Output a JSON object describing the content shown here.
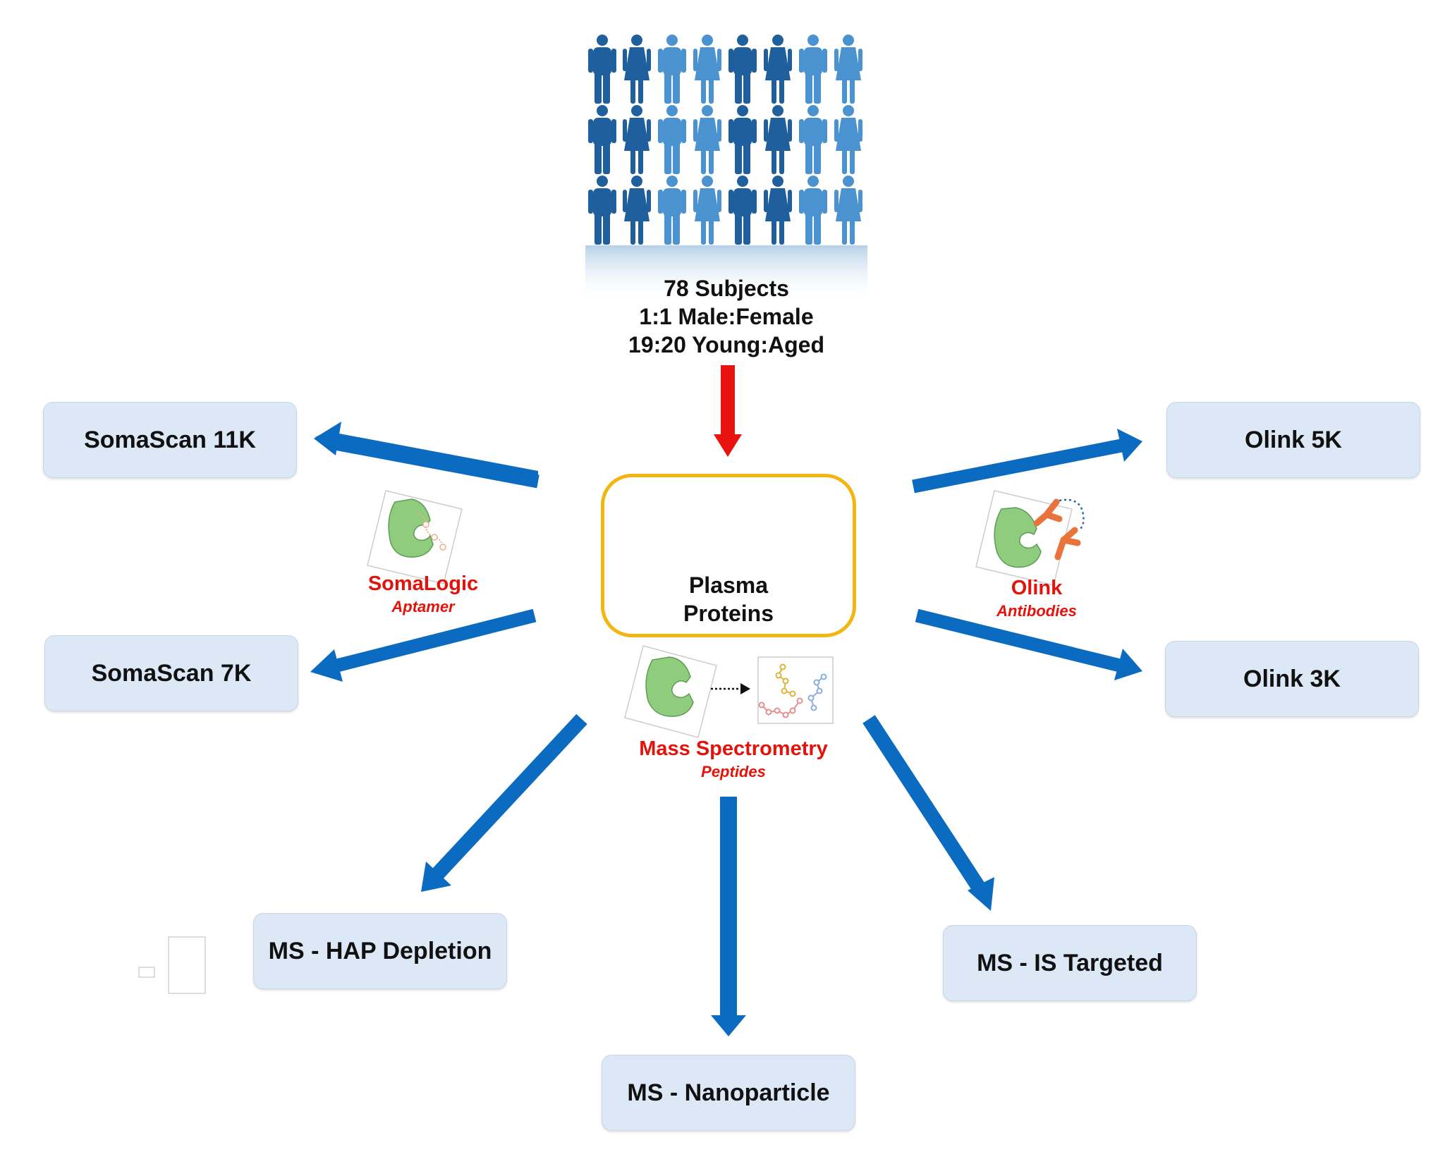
{
  "cohort": {
    "line1": "78 Subjects",
    "line2": "1:1 Male:Female",
    "line3": "19:20 Young:Aged"
  },
  "center": {
    "line1": "Plasma",
    "line2": "Proteins"
  },
  "methods": {
    "somalogic": {
      "name": "SomaLogic",
      "type": "Aptamer"
    },
    "olink": {
      "name": "Olink",
      "type": "Antibodies"
    },
    "ms": {
      "name": "Mass Spectrometry",
      "type": "Peptides"
    }
  },
  "platforms": {
    "somascan_11k": "SomaScan 11K",
    "somascan_7k": "SomaScan 7K",
    "olink_5k": "Olink 5K",
    "olink_3k": "Olink 3K",
    "ms_hap": "MS - HAP Depletion",
    "ms_nano": "MS - Nanoparticle",
    "ms_is": "MS - IS Targeted"
  },
  "colors": {
    "arrow_blue": "#0b6bc1",
    "arrow_red": "#e8130e",
    "box_fill": "#dce8f5",
    "center_border": "#f1b612",
    "method_text": "#e3120b",
    "person_dark": "#1f5f9e",
    "person_light": "#4a93d0",
    "protein_green": "#8fcc7e",
    "antibody_orange": "#e8743b"
  }
}
